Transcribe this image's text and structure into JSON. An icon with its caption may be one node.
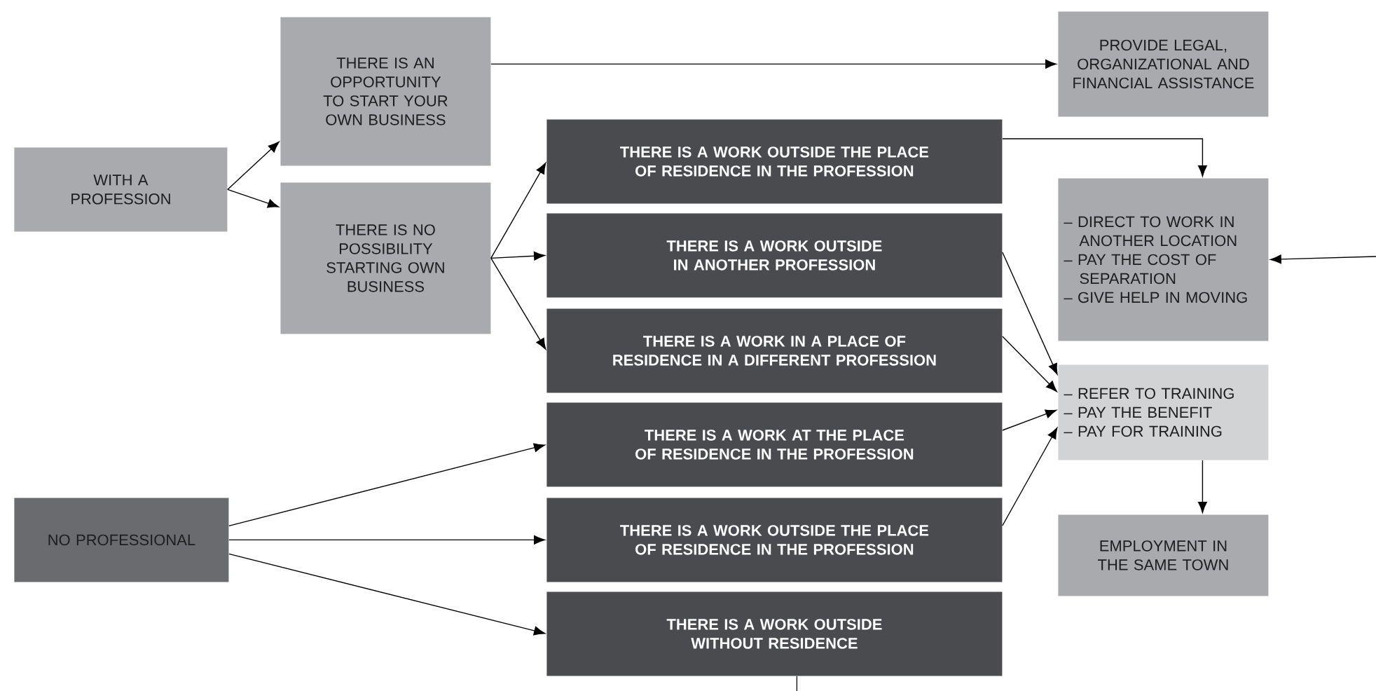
{
  "diagram": {
    "nodes": [
      {
        "text": [
          "WITH A PROFESSION"
        ]
      },
      {
        "text": [
          "THERE IS AN OPPORTUNITY TO START YOUR OWN BUSINESS"
        ]
      },
      {
        "text": [
          "THERE IS NO POSSIBILITY STARTING OWN BUSINESS"
        ]
      },
      {
        "text": [
          "THERE IS A WORK OUTSIDE THE PLACE OF RESIDENCE IN THE PROFESSION"
        ]
      },
      {
        "text": [
          "THERE IS A WORK OUTSIDE IN ANOTHER PROFESSION"
        ]
      },
      {
        "text": [
          "THERE IS A WORK IN A PLACE OF RESIDENCE IN A DIFFERENT  PROFESSION"
        ]
      },
      {
        "text": [
          "THERE IS A WORK AT THE PLACE OF RESIDENCE IN THE PROFESSION"
        ]
      },
      {
        "text": [
          "THERE IS A WORK OUTSIDE THE PLACE OF RESIDENCE IN THE PROFESSION"
        ]
      },
      {
        "text": [
          "THERE IS A WORK OUTSIDE WITHOUT  RESIDENCE"
        ]
      },
      {
        "text": [
          "NO PROFESSIONAL"
        ]
      },
      {
        "text": [
          "PROVIDE LEGAL, ORGANIZATIONAL AND FINANCIAL ASSISTANCE"
        ]
      },
      {
        "text": [
          "– DIRECT TO WORK IN ANOTHER LOCATION",
          "– PAY THE COST OF SEPARATION",
          "– GIVE HELP IN MOVING"
        ]
      },
      {
        "text": [
          "– REFER TO TRAINING",
          "– PAY THE BENEFIT",
          "– PAY FOR TRAINING"
        ]
      },
      {
        "text": [
          "EMPLOYMENT IN THE SAME TOWN"
        ]
      }
    ],
    "edges": [
      {
        "from": 0,
        "to": 1,
        "arrow": "to"
      },
      {
        "from": 0,
        "to": 2,
        "arrow": "to"
      },
      {
        "from": 2,
        "to": 3,
        "arrow": "to"
      },
      {
        "from": 2,
        "to": 4,
        "arrow": "to"
      },
      {
        "from": 2,
        "to": 5,
        "arrow": "to"
      },
      {
        "from": 9,
        "to": 6,
        "arrow": "to"
      },
      {
        "from": 9,
        "to": 7,
        "arrow": "to"
      },
      {
        "from": 9,
        "to": 8,
        "arrow": "to"
      },
      {
        "from": 1,
        "to": 10,
        "arrow": "to"
      },
      {
        "from": 3,
        "to": 11,
        "arrow": "to"
      },
      {
        "from": 4,
        "to": 12,
        "arrow": "to"
      },
      {
        "from": 5,
        "to": 12,
        "arrow": "to"
      },
      {
        "from": 6,
        "to": 12,
        "arrow": "to"
      },
      {
        "from": 7,
        "to": 12,
        "arrow": "to"
      },
      {
        "from": 12,
        "to": 13,
        "arrow": "to"
      },
      {
        "from": null,
        "to": 11,
        "arrow": "to"
      },
      {
        "from": 8,
        "to": null,
        "arrow": "none"
      }
    ]
  }
}
